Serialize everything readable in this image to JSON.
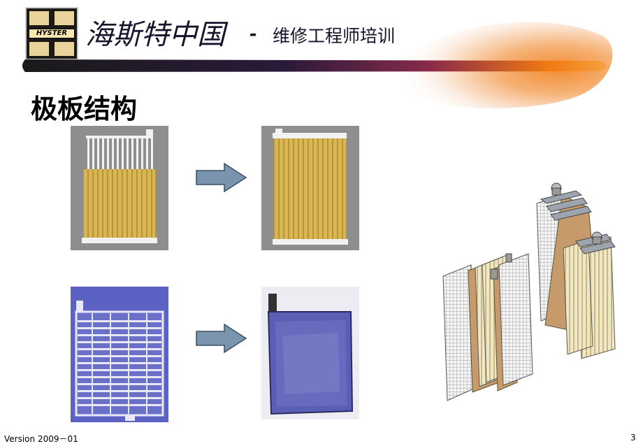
{
  "header": {
    "logo_text": "HYSTER",
    "title_main": "海斯特中国",
    "title_dash": "-",
    "title_sub": "维修工程师培训"
  },
  "slide": {
    "heading": "极板结构"
  },
  "photos": [
    {
      "name": "grid-with-paste-strips-photo",
      "desc_icon": "grid-plate-partially-filled"
    },
    {
      "name": "filled-tubular-plate-photo",
      "desc_icon": "tubular-plate"
    },
    {
      "name": "bare-grid-plate-photo",
      "desc_icon": "bare-grid"
    },
    {
      "name": "pasted-flat-plate-photo",
      "desc_icon": "pasted-plate"
    }
  ],
  "footer": {
    "version": "Version 2009－01",
    "page_number": "3"
  },
  "colors": {
    "title_text": "#14142a",
    "rule_dark": "#1a1a1a",
    "rule_orange": "#f07a10",
    "arrow_fill": "#7b94ae",
    "arrow_stroke": "#3d4f63",
    "tube_yellow": "#c9a43d",
    "plate_blue": "#5a5fb5"
  }
}
